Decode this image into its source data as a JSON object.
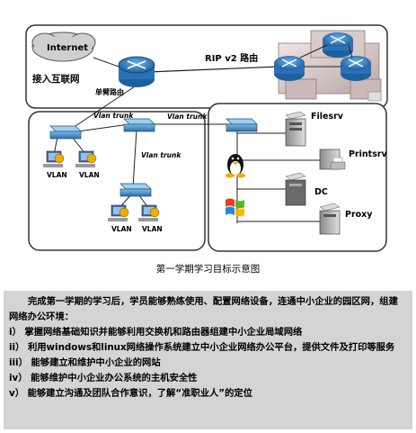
{
  "diagram": {
    "internet_label": "Internet",
    "access_label": "接入互联网",
    "rip_label": "RIP v2 路由",
    "core_router_label": "单臂路由",
    "vlan_trunk_labels": [
      "Vlan trunk",
      "Vlan trunk",
      "Vlan trunk"
    ],
    "vlan_labels": [
      "VLAN",
      "VLAN",
      "VLAN",
      "VLAN"
    ],
    "servers": [
      "Filesrv",
      "Printsrv",
      "DC",
      "Proxy"
    ]
  },
  "caption": "第一学期学习目标示意图",
  "goals": {
    "intro": "完成第一学期的学习后，学员能够熟练使用、配置网络设备，连通中小企业的园区网，组建网络办公环境：",
    "items": [
      "i）  掌握网络基础知识并能够利用交换机和路由器组建中小企业局域网络",
      "ii）  利用windows和linux网络操作系统建立中小企业网络办公平台，提供文件及打印等服务",
      "iii）  能够建立和维护中小企业的网站",
      "iv）  能够维护中小企业办公系统的主机安全性",
      "v）  能够建立沟通及团队合作意识，了解“准职业人”的定位"
    ]
  }
}
